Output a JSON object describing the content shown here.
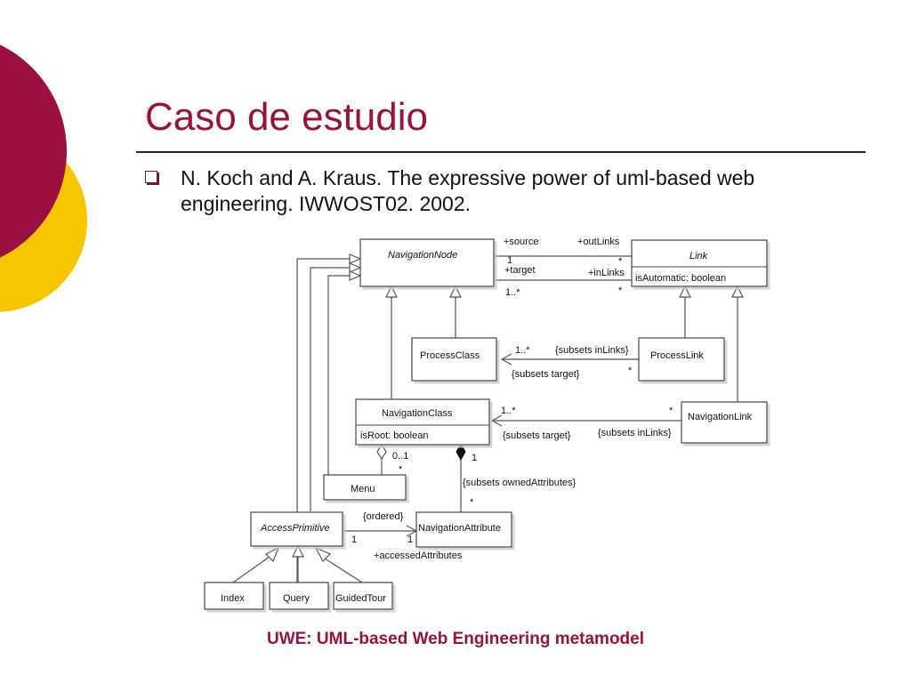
{
  "slide": {
    "title": "Caso de estudio",
    "bullet": "N. Koch and A. Kraus. The expressive power of uml-based web engineering. IWWOST02. 2002.",
    "caption": "UWE: UML-based Web Engineering metamodel"
  },
  "colors": {
    "accent_red": "#9b1041",
    "accent_yellow": "#f7c600",
    "title": "#9b1041"
  },
  "diagram": {
    "classes": {
      "navigation_node": "NavigationNode",
      "link": "Link",
      "link_attr": "isAutomatic:  boolean",
      "process_class": "ProcessClass",
      "process_link": "ProcessLink",
      "navigation_class": "NavigationClass",
      "navigation_class_attr": "isRoot:  boolean",
      "navigation_link": "NavigationLink",
      "menu": "Menu",
      "access_primitive": "AccessPrimitive",
      "navigation_attribute": "NavigationAttribute",
      "index": "Index",
      "query": "Query",
      "guided_tour": "GuidedTour"
    },
    "labels": {
      "source": "+source",
      "out_links": "+outLinks",
      "target": "+target",
      "in_links": "+inLinks",
      "one_a": "1",
      "star_a": "*",
      "star_b": "*",
      "one_many_a": "1..*",
      "one_many_b": "1..*",
      "subsets_in_links_a": "{subsets inLinks}",
      "subsets_target_a": "{subsets target}",
      "star_c": "*",
      "one_many_c": "1..*",
      "star_d": "*",
      "subsets_target_b": "{subsets target}",
      "subsets_in_links_b": "{subsets inLinks}",
      "zero_one": "0..1",
      "star_e": "*",
      "one_b": "1",
      "subsets_owned": "{subsets ownedAttributes}",
      "star_f": "*",
      "ordered": "{ordered}",
      "one_c": "1",
      "one_d": "1",
      "accessed": "+accessedAttributes"
    }
  }
}
